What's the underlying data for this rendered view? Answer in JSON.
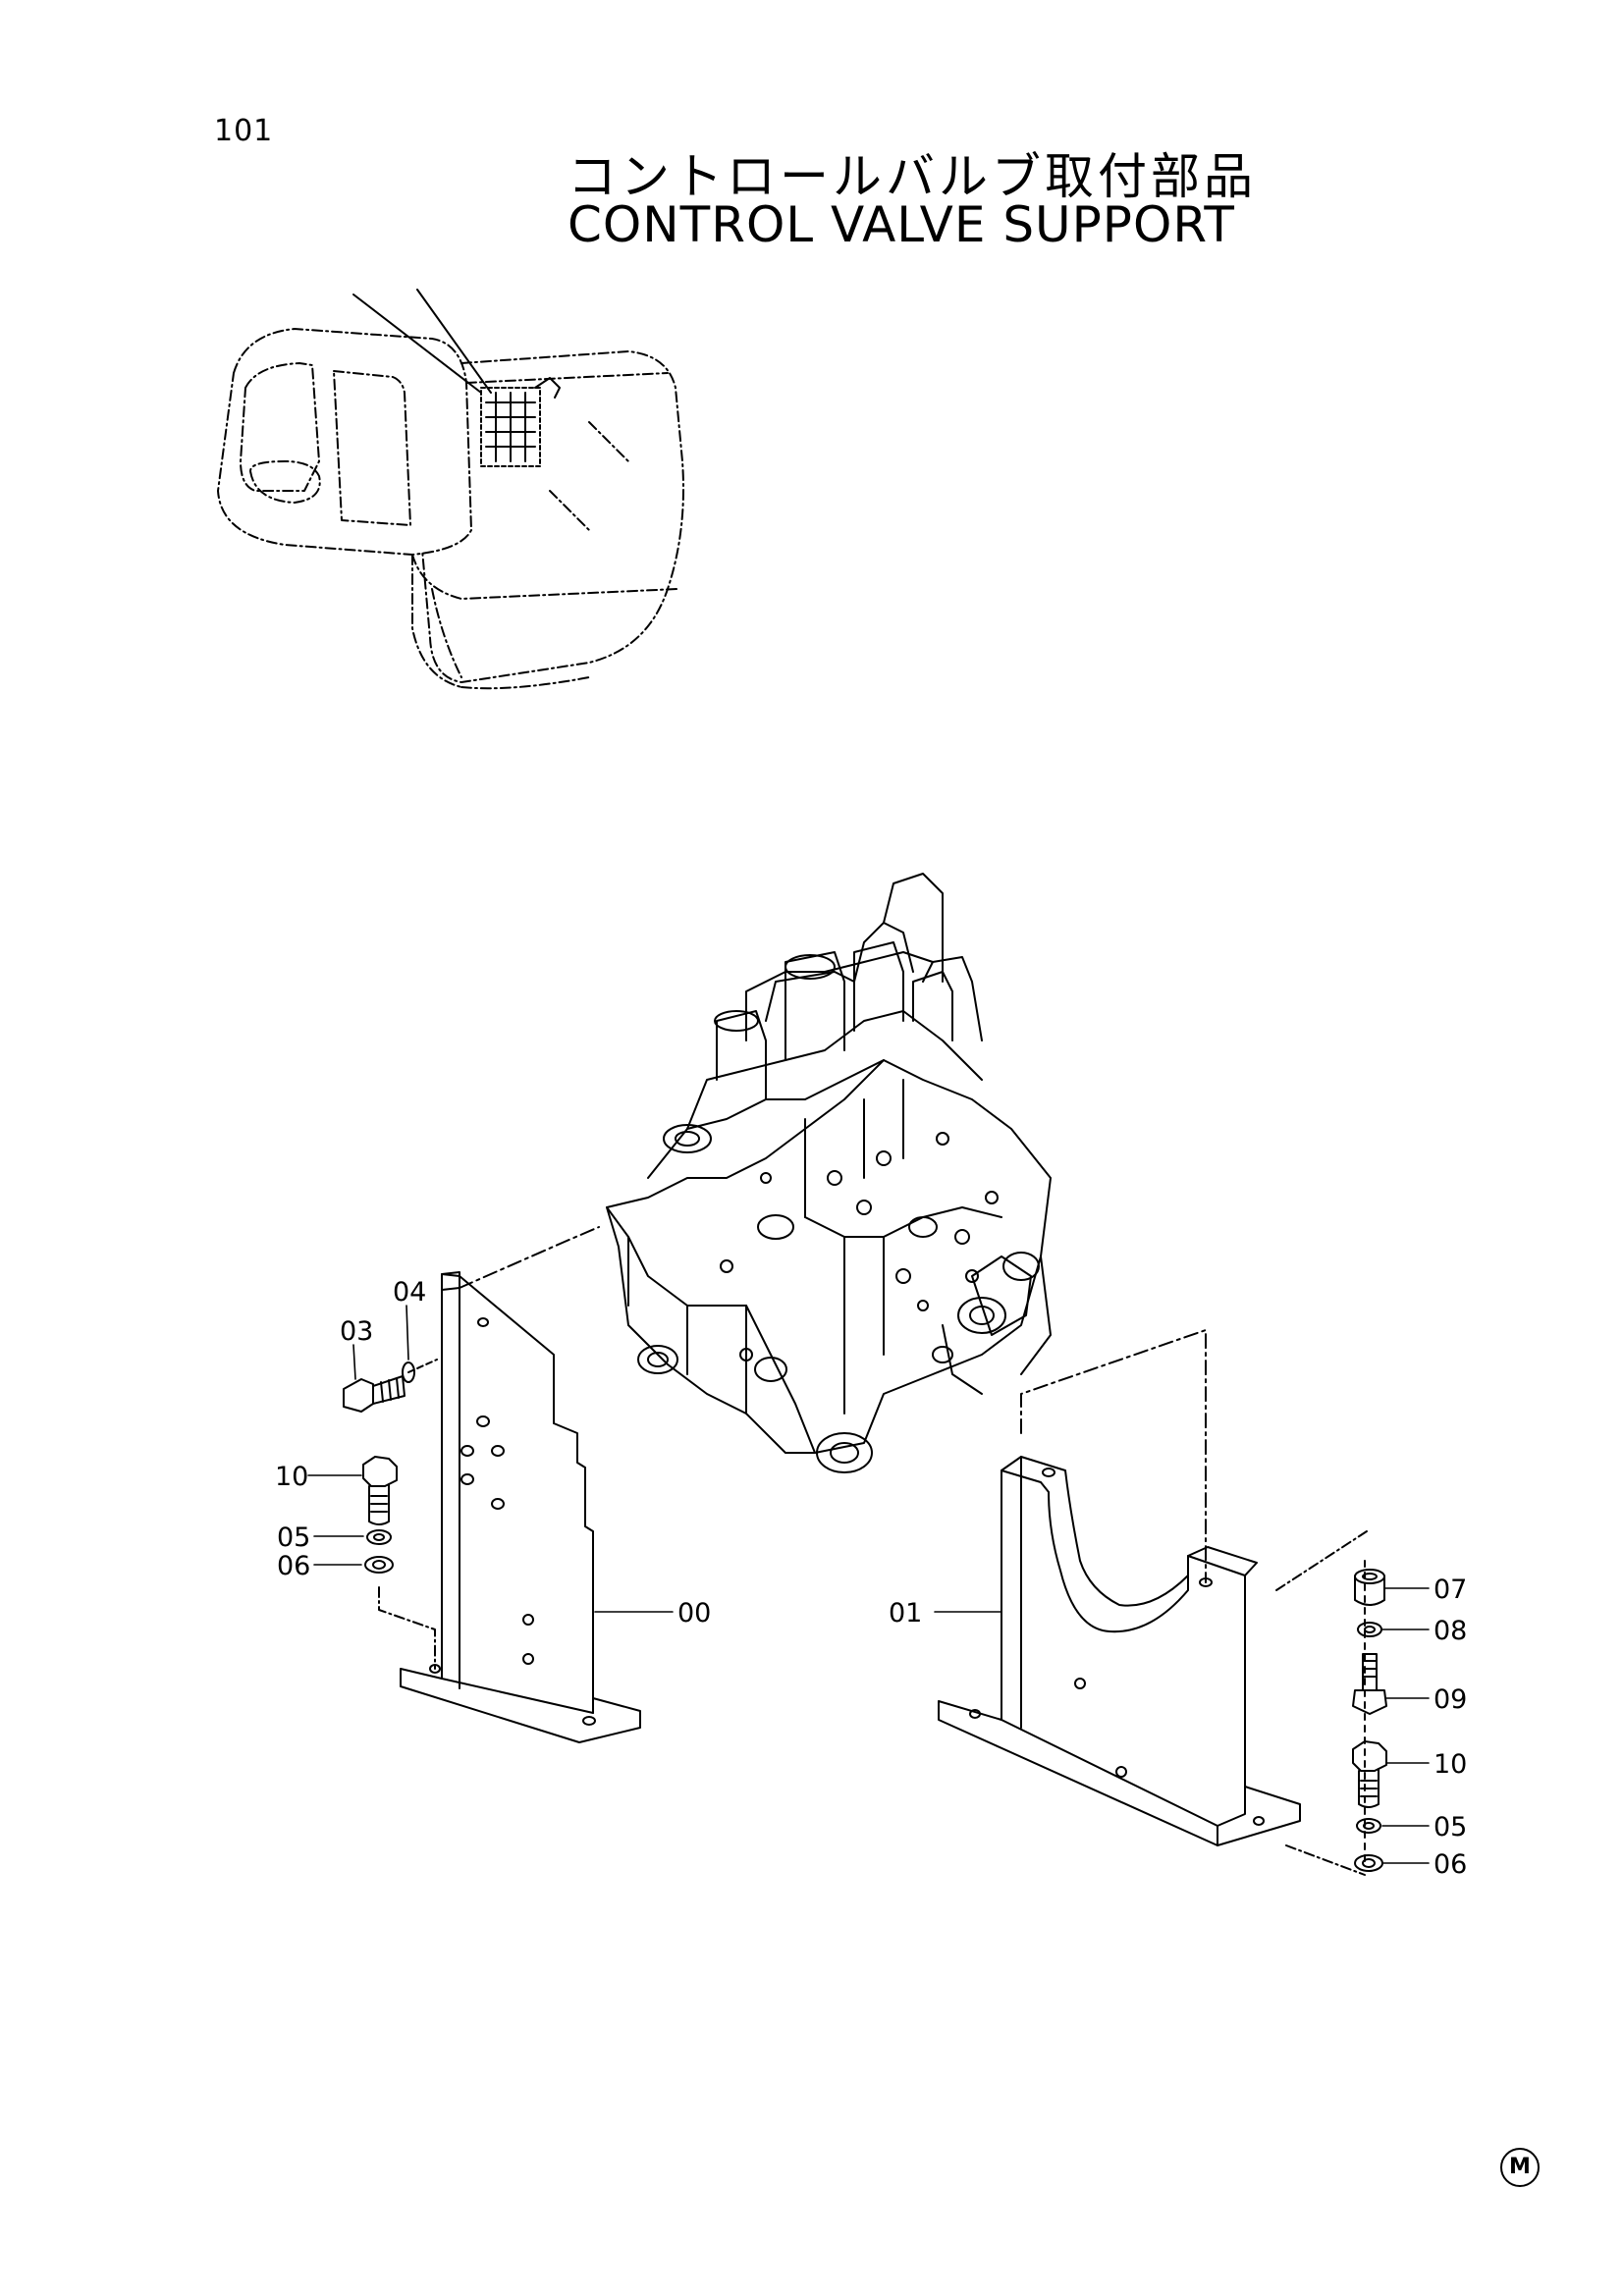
{
  "page": {
    "number": "101",
    "title_jp": "コントロールバルブ取付部品",
    "title_en": "CONTROL VALVE SUPPORT",
    "mark": "M"
  },
  "callouts": {
    "c00": "00",
    "c01": "01",
    "c03": "03",
    "c04": "04",
    "c05_left": "05",
    "c06_left": "06",
    "c10_left": "10",
    "c07": "07",
    "c08": "08",
    "c09": "09",
    "c10_right": "10",
    "c05_right": "05",
    "c06_right": "06"
  }
}
